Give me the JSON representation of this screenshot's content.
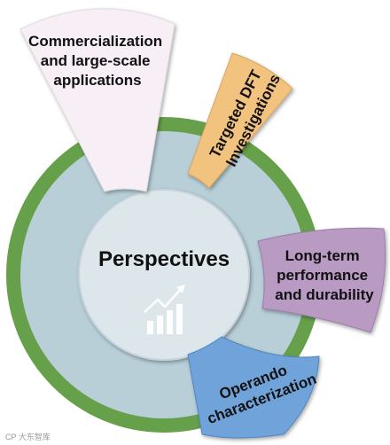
{
  "center": {
    "title": "Perspectives",
    "icon": "growth-chart-icon"
  },
  "segments": [
    {
      "id": "commercialization",
      "lines": [
        "Commercialization",
        "and large-scale",
        "applications"
      ],
      "color": "#f7eef6"
    },
    {
      "id": "dft",
      "lines": [
        "Targeted DFT",
        "Investigations"
      ],
      "color": "#f2c27f"
    },
    {
      "id": "long-term",
      "lines": [
        "Long-term",
        "performance",
        "and durability"
      ],
      "color": "#b89ac3"
    },
    {
      "id": "operando",
      "lines": [
        "Operando",
        "characterization"
      ],
      "color": "#6fa3d9"
    }
  ],
  "colors": {
    "outer_ring": "#66a04a",
    "inner_disk": "#b8cfd8",
    "center_disk": "#dde6ea"
  },
  "watermark": "CP 大东智库"
}
